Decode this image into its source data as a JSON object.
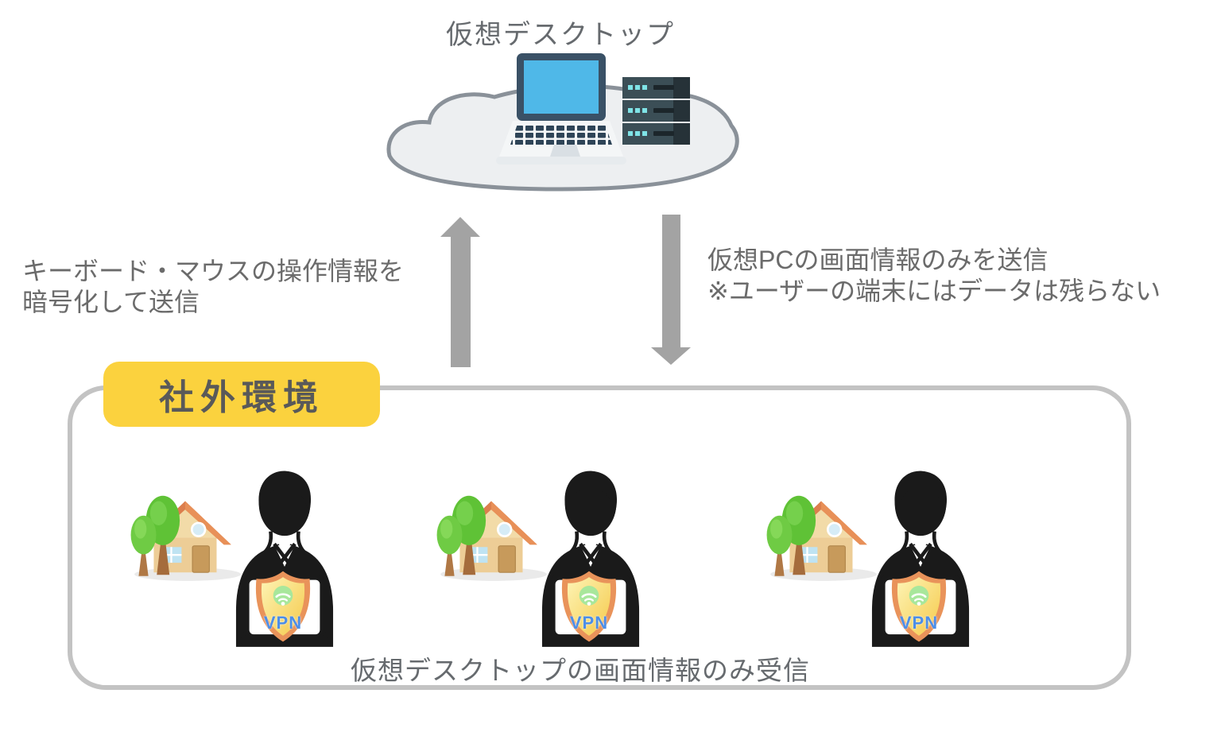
{
  "title": "仮想デスクトップ",
  "flows": {
    "upload": {
      "line1": "キーボード・マウスの操作情報を",
      "line2": "暗号化して送信"
    },
    "download": {
      "line1": "仮想PCの画面情報のみを送信",
      "line2": "※ユーザーの端末にはデータは残らない"
    }
  },
  "external_zone": {
    "badge": "社外環境",
    "caption": "仮想デスクトップの画面情報のみ受信",
    "users": [
      {
        "vpn": "VPN"
      },
      {
        "vpn": "VPN"
      },
      {
        "vpn": "VPN"
      }
    ]
  },
  "icons": {
    "cloud": "cloud-icon",
    "laptop": "laptop-icon",
    "server": "server-rack-icon",
    "up_arrow": "arrow-up-icon",
    "down_arrow": "arrow-down-icon",
    "house": "house-with-trees-icon",
    "person": "remote-worker-icon",
    "shield": "vpn-shield-icon",
    "wifi": "wifi-icon"
  },
  "colors": {
    "text_gray": "#666a6e",
    "badge_yellow": "#fbd23e",
    "badge_text": "#595959",
    "zone_border": "#c3c3c3",
    "arrow_gray": "#a3a3a3",
    "cloud_fill": "#edeff1",
    "cloud_stroke": "#8a9199",
    "laptop_frame": "#3a5166",
    "laptop_screen": "#4fb8e8",
    "server_front": "#3b4e56",
    "server_led": "#7fe3e6",
    "shield_border": "#e9935a",
    "shield_fill": "#f6cc4d",
    "wifi_green": "#a8e79b",
    "vpn_blue": "#4c8ee8"
  }
}
